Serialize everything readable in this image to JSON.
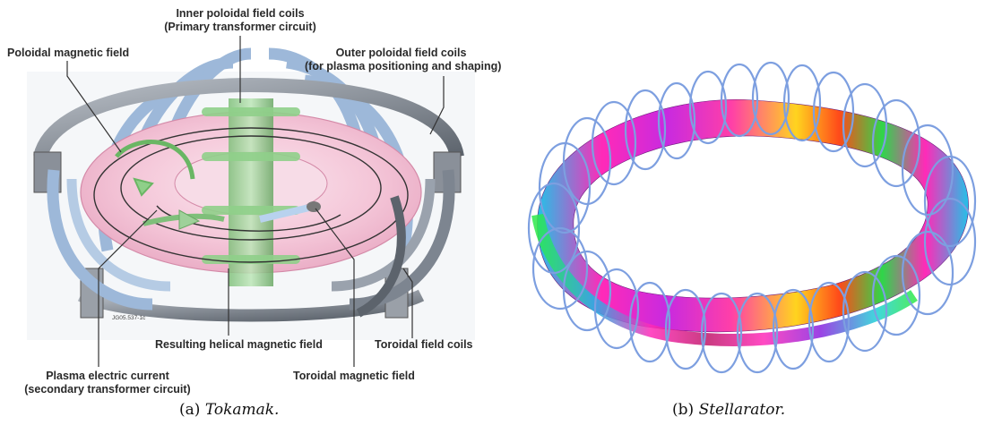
{
  "tokamak": {
    "labels": {
      "inner_pf_1": "Inner poloidal field coils",
      "inner_pf_2": "(Primary transformer circuit)",
      "poloidal_field": "Poloidal magnetic field",
      "outer_pf_1": "Outer poloidal field coils",
      "outer_pf_2": "(for plasma positioning and shaping)",
      "helical_field": "Resulting helical magnetic field",
      "toroidal_coils": "Toroidal field coils",
      "plasma_current_1": "Plasma electric current",
      "plasma_current_2": "(secondary transformer circuit)",
      "toroidal_field": "Toroidal magnetic field"
    },
    "figure_code": "JG05.537-1c",
    "caption_prefix": "(a)",
    "caption_name": "Tokamak."
  },
  "stellarator": {
    "caption_prefix": "(b)",
    "caption_name": "Stellarator."
  },
  "colors": {
    "plasma": "#f4c6d8",
    "green_coil": "#9fd19a",
    "blue_coil": "#9db8d9",
    "grey_coil": "#7d8590",
    "stellarator_coil": "#7d9fe0"
  }
}
